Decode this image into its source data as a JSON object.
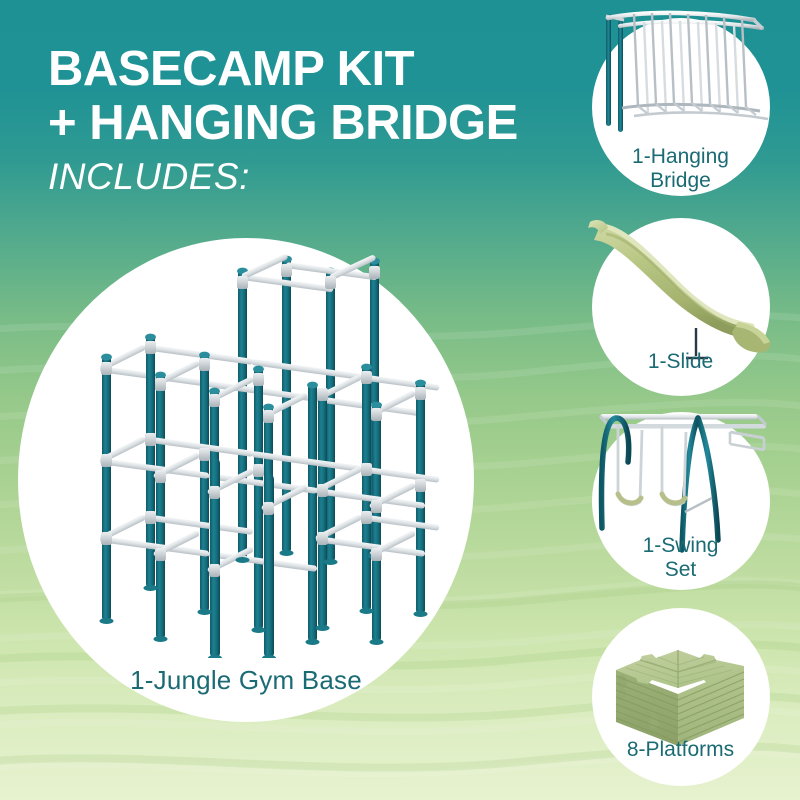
{
  "poster": {
    "title_lines": [
      "BASECAMP KIT",
      "+ HANGING BRIDGE"
    ],
    "includes_label": "INCLUDES:",
    "colors": {
      "bg_top_teal": "#1d9194",
      "bg_mid_green": "#96c98a",
      "bg_bottom_green": "#e7f2cf",
      "title_text": "#ffffff",
      "caption_text": "#1b6b74",
      "circle_fill": "#ffffff",
      "pole_teal": "#15707e",
      "bar_gray": "#d8dde0",
      "product_green": "#aec48a"
    }
  },
  "main_item": {
    "caption": "1-Jungle Gym Base",
    "icon": "jungle-gym-icon"
  },
  "items": [
    {
      "caption": "1-Hanging Bridge",
      "caption_lines": [
        "1-Hanging",
        "Bridge"
      ],
      "icon": "hanging-bridge-icon"
    },
    {
      "caption": "1-Slide",
      "caption_lines": [
        "1-Slide"
      ],
      "icon": "slide-icon"
    },
    {
      "caption": "1-Swing Set",
      "caption_lines": [
        "1-Swing",
        "Set"
      ],
      "icon": "swing-set-icon"
    },
    {
      "caption": "8-Platforms",
      "caption_lines": [
        "8-Platforms"
      ],
      "icon": "platforms-icon"
    }
  ]
}
